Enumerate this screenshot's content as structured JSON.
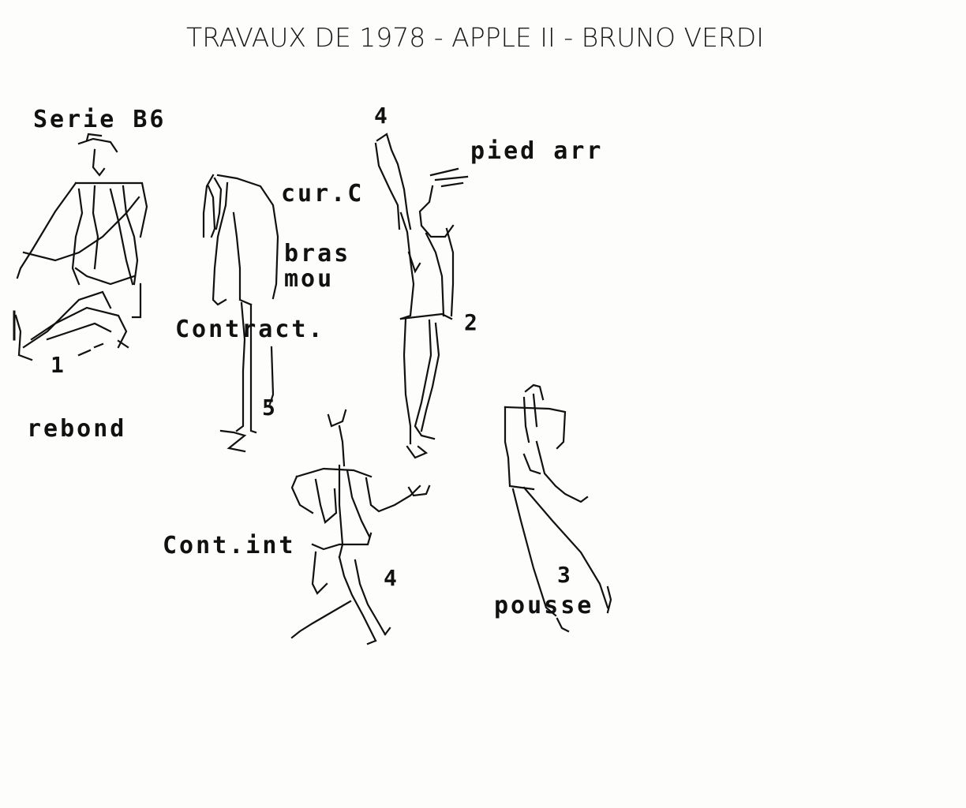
{
  "title": "TRAVAUX DE 1978 - APPLE II - BRUNO VERDI",
  "labels": {
    "serie": "Serie B6",
    "pied_arr": "pied arr",
    "cur_c": "cur.C",
    "bras": "bras",
    "mou": "mou",
    "contract": "Contract.",
    "rebond": "rebond",
    "cont_int": "Cont.int",
    "pousse": "pousse"
  },
  "figure_numbers": {
    "fig1": "1",
    "fig2": "2",
    "fig3": "3",
    "fig4_top": "4",
    "fig4": "4",
    "fig5": "5"
  },
  "colors": {
    "background": "#fdfdfb",
    "ink": "#111111"
  }
}
